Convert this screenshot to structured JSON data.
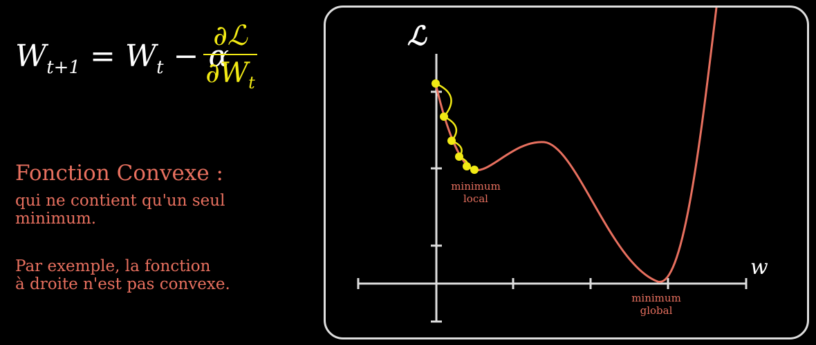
{
  "formula": {
    "lhs_var": "W",
    "lhs_sub": "t+1",
    "equals": "=",
    "rhs_var": "W",
    "rhs_sub": "t",
    "minus": "−",
    "alpha": "α",
    "numerator": "∂ℒ",
    "denominator_var": "∂W",
    "denominator_sub": "t"
  },
  "text": {
    "title": "Fonction Convexe :",
    "definition_line1": "qui ne contient qu'un seul",
    "definition_line2": "minimum.",
    "example_line1": "Par exemple, la fonction",
    "example_line2": "à droite n'est pas convexe."
  },
  "graph": {
    "y_axis_label": "ℒ",
    "x_axis_label": "w",
    "local_label_line1": "minimum",
    "local_label_line2": "local",
    "global_label_line1": "minimum",
    "global_label_line2": "global",
    "curve_color": "#e8705f",
    "step_color": "#f2ea14",
    "axis_color": "#dedede",
    "frame_color": "#dedede"
  }
}
